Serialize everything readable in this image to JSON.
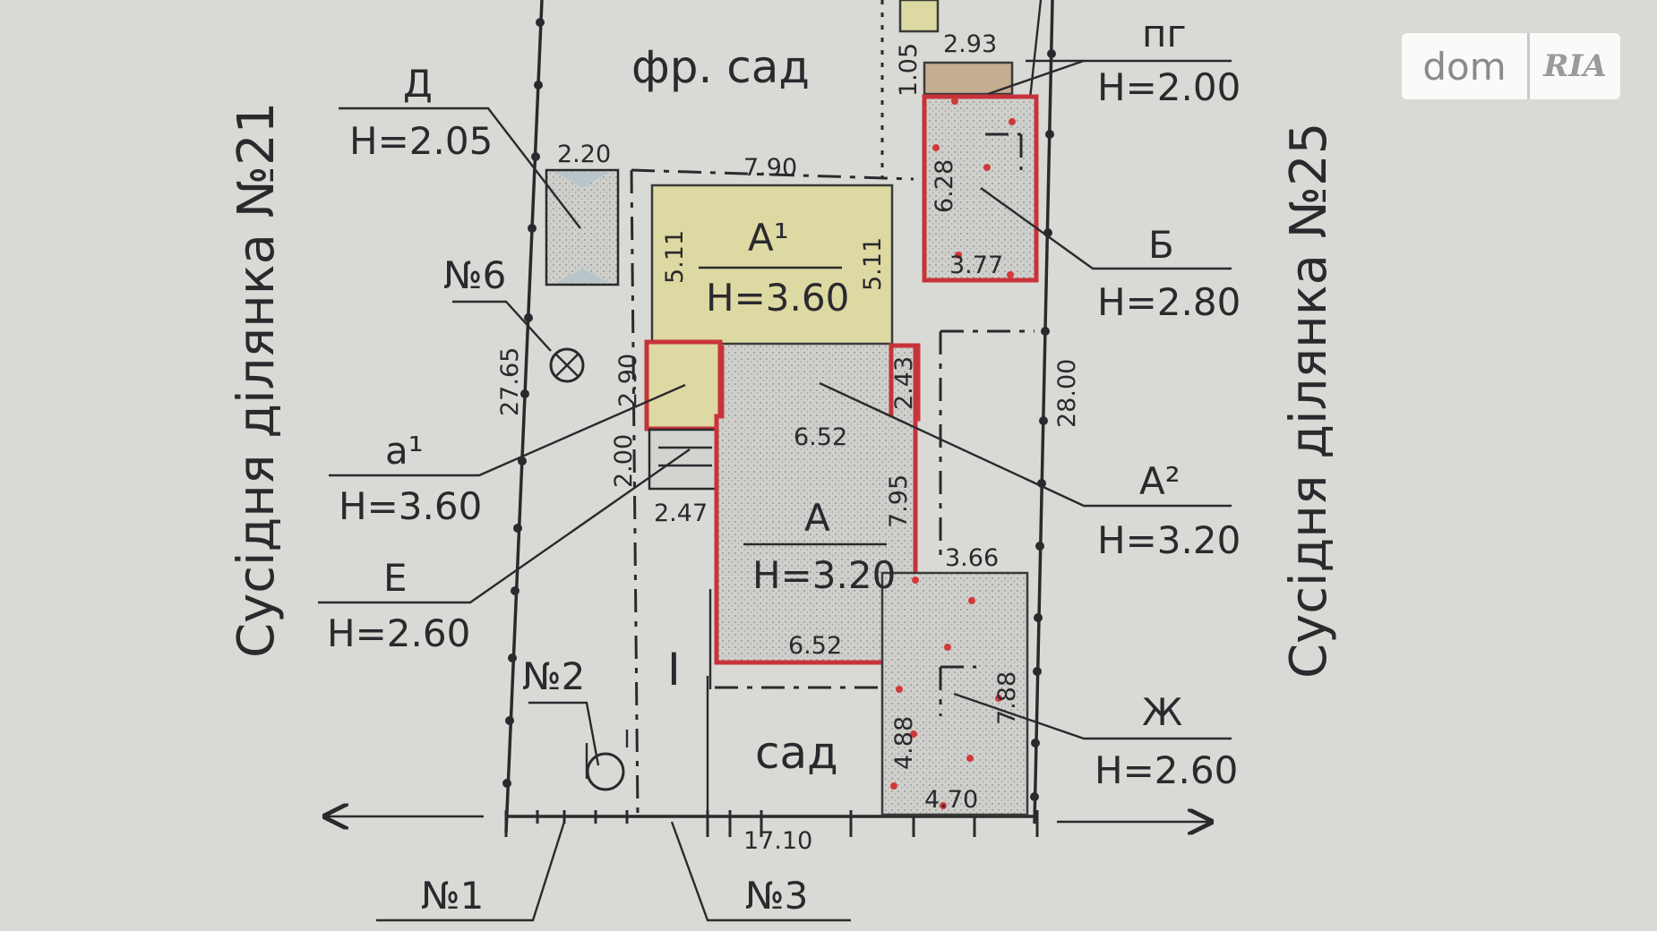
{
  "neighbors": {
    "left": "Сусідня ділянка №21",
    "right": "Сусідня ділянка №25"
  },
  "areas": {
    "front_garden": "фр. сад",
    "garden": "сад",
    "courtyard": "I"
  },
  "buildings": {
    "D": {
      "name": "Д",
      "height": "H=2.05",
      "width": "2.20"
    },
    "PG": {
      "name": "пг",
      "height": "H=2.00",
      "width": "2.93",
      "depth": "1.05"
    },
    "A1": {
      "name": "A¹",
      "height": "H=3.60",
      "width": "7.90",
      "left_side": "5.11",
      "right_side": "5.11"
    },
    "B": {
      "name": "Б",
      "height": "H=2.80",
      "width": "3.77",
      "depth": "6.28"
    },
    "a1": {
      "name": "a¹",
      "height": "H=3.60",
      "side": "2.90"
    },
    "E": {
      "name": "E",
      "height": "H=2.60",
      "side": "2.00",
      "width": "2.47"
    },
    "A2": {
      "name": "A²",
      "height": "H=3.20",
      "side": "2.43"
    },
    "A": {
      "name": "A",
      "height": "H=3.20",
      "top_width": "6.52",
      "bottom_width": "6.52",
      "side": "7.95"
    },
    "Zh": {
      "name": "Ж",
      "height": "H=2.60",
      "width_top": "3.66",
      "width_bottom": "4.70",
      "left_side": "4.88",
      "right_side": "7.88"
    }
  },
  "plot": {
    "left_length": "27.65",
    "right_length": "28.00",
    "front_width": "17.10"
  },
  "markers": {
    "n1": "№1",
    "n2": "№2",
    "n3": "№3",
    "n6": "№6"
  },
  "watermark": {
    "left": "dom",
    "right": "RIA"
  }
}
